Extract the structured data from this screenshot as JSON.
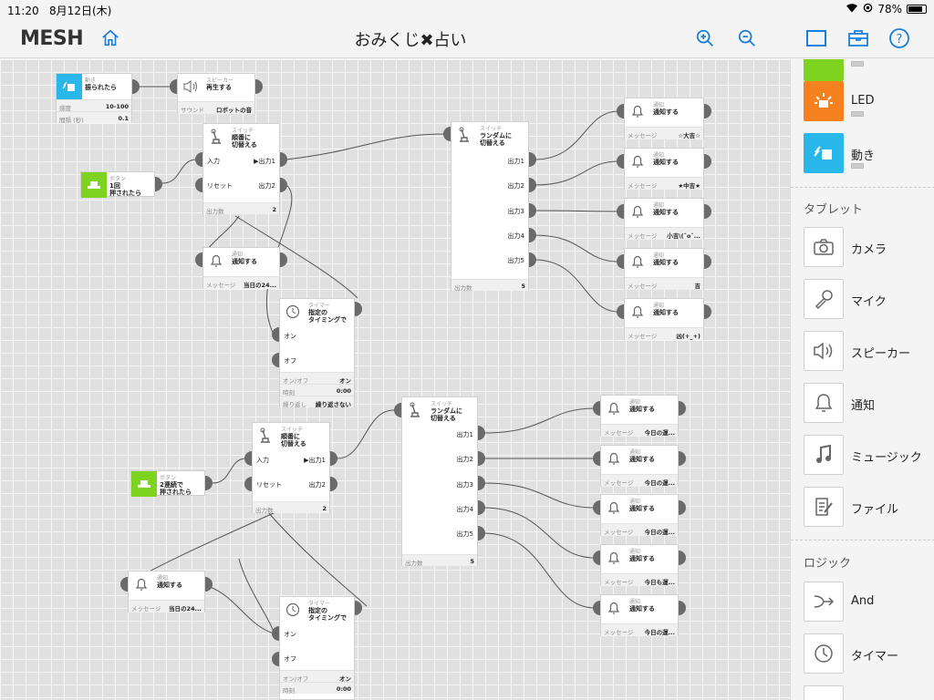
{
  "status": {
    "time": "11:20",
    "date": "8月12日(木)",
    "battery": "78%"
  },
  "header": {
    "logo": "MESH",
    "title": "おみくじ✖占い"
  },
  "blocks": {
    "dousa": {
      "cat": "動き",
      "name": "振られたら",
      "p1k": "感度",
      "p1v": "10-100",
      "p2k": "間隔 (秒)",
      "p2v": "0.1"
    },
    "speaker": {
      "cat": "スピーカー",
      "name": "再生する",
      "pk": "サウンド",
      "pv": "ロボットの音"
    },
    "btn1": {
      "cat": "ボタン",
      "name": "1回\n押されたら"
    },
    "sw1": {
      "cat": "スイッチ",
      "name": "順番に\n切替える",
      "in": "入力",
      "reset": "リセット",
      "o1": "▶出力1",
      "o2": "出力2",
      "pk": "出力数",
      "pv": "2"
    },
    "n1": {
      "cat": "通知",
      "name": "通知する",
      "pk": "メッセージ",
      "pv": "当日の24..."
    },
    "tm1": {
      "cat": "タイマー",
      "name": "指定の\nタイミングで",
      "on": "オン",
      "off": "オフ",
      "p1k": "オン/オフ",
      "p1v": "オン",
      "p2k": "時刻",
      "p2v": "0:00",
      "p3k": "繰り返し",
      "p3v": "繰り返さない"
    },
    "rsw1": {
      "cat": "スイッチ",
      "name": "ランダムに\n切替える",
      "o1": "出力1",
      "o2": "出力2",
      "o3": "出力3",
      "o4": "出力4",
      "o5": "出力5",
      "pk": "出力数",
      "pv": "5"
    },
    "r1": {
      "cat": "通知",
      "name": "通知する",
      "pk": "メッセージ",
      "pv": "☆大吉☆"
    },
    "r2": {
      "cat": "通知",
      "name": "通知する",
      "pk": "メッセージ",
      "pv": "★中吉★"
    },
    "r3": {
      "cat": "通知",
      "name": "通知する",
      "pk": "メッセージ",
      "pv": "小吉\\(ˆoˆ..."
    },
    "r4": {
      "cat": "通知",
      "name": "通知する",
      "pk": "メッセージ",
      "pv": "吉"
    },
    "r5": {
      "cat": "通知",
      "name": "通知する",
      "pk": "メッセージ",
      "pv": "凶(+_+)"
    },
    "btn2": {
      "cat": "ボタン",
      "name": "2連続で\n押されたら"
    },
    "sw2": {
      "cat": "スイッチ",
      "name": "順番に\n切替える",
      "in": "入力",
      "reset": "リセット",
      "o1": "▶出力1",
      "o2": "出力2",
      "pk": "出力数",
      "pv": "2"
    },
    "n2": {
      "cat": "通知",
      "name": "通知する",
      "pk": "メッセージ",
      "pv": "当日の24..."
    },
    "tm2": {
      "cat": "タイマー",
      "name": "指定の\nタイミングで",
      "on": "オン",
      "off": "オフ",
      "p1k": "オン/オフ",
      "p1v": "オン",
      "p2k": "時刻",
      "p2v": "0:00"
    },
    "rsw2": {
      "cat": "スイッチ",
      "name": "ランダムに\n切替える",
      "o1": "出力1",
      "o2": "出力2",
      "o3": "出力3",
      "o4": "出力4",
      "o5": "出力5",
      "pk": "出力数",
      "pv": "5"
    },
    "s1": {
      "cat": "通知",
      "name": "通知する",
      "pk": "メッセージ",
      "pv": "今日の運..."
    },
    "s2": {
      "cat": "通知",
      "name": "通知する",
      "pk": "メッセージ",
      "pv": "今日の運..."
    },
    "s3": {
      "cat": "通知",
      "name": "通知する",
      "pk": "メッセージ",
      "pv": "今日の運..."
    },
    "s4": {
      "cat": "通知",
      "name": "通知する",
      "pk": "メッセージ",
      "pv": "今日も運..."
    },
    "s5": {
      "cat": "通知",
      "name": "通知する",
      "pk": "メッセージ",
      "pv": "今日の運..."
    }
  },
  "sidebar": {
    "led": "LED",
    "motion": "動き",
    "tablet_header": "タブレット",
    "camera": "カメラ",
    "mic": "マイク",
    "speaker": "スピーカー",
    "notify": "通知",
    "music": "ミュージック",
    "file": "ファイル",
    "logic_header": "ロジック",
    "and": "And",
    "timer": "タイマー"
  },
  "colors": {
    "accent": "#1a7fdc",
    "button_green": "#7ed321",
    "motion_cyan": "#29b6e8",
    "led_orange": "#f5821f"
  }
}
